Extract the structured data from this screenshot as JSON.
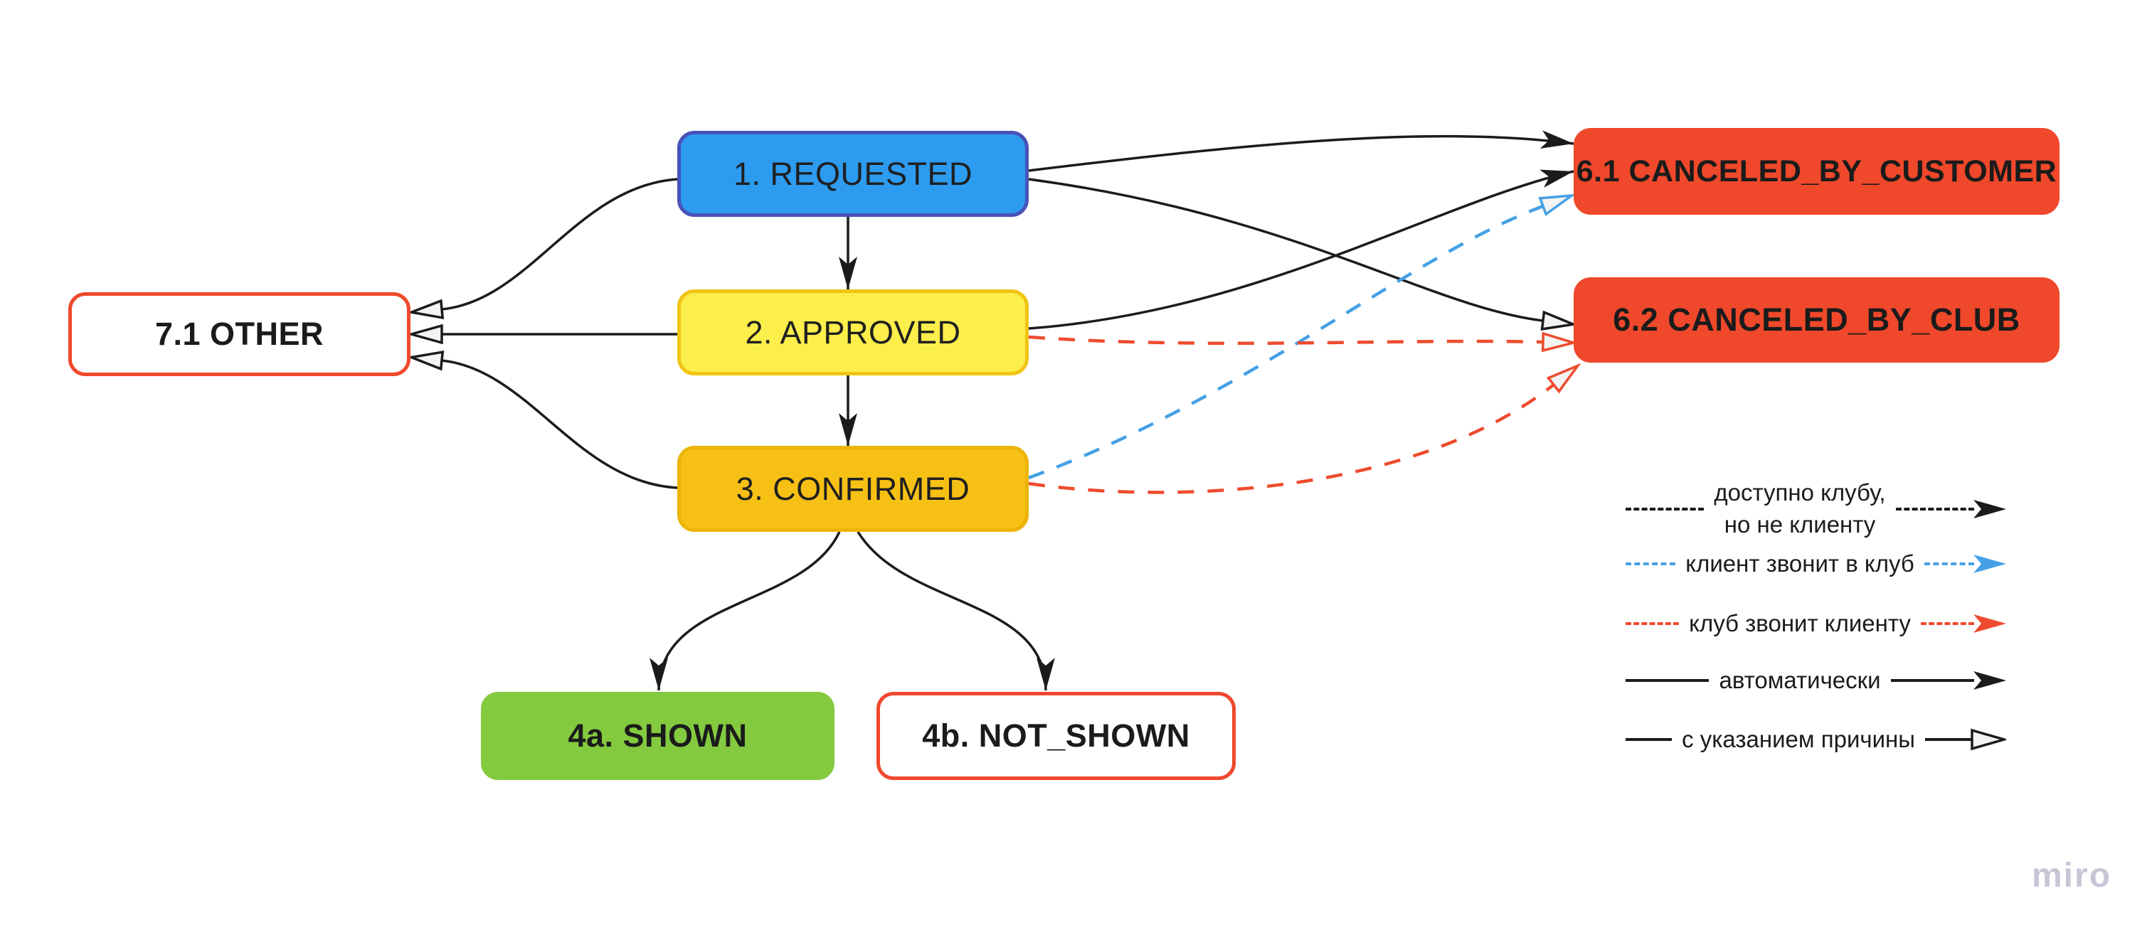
{
  "canvas": {
    "watermark": "miro",
    "background": "#ffffff",
    "watermark_color": "#C7C5D6"
  },
  "colors": {
    "line": "#1b1b1b",
    "blue_dash": "#45A0E5",
    "red_dash": "#EE4B2E",
    "open_fill": "#F4F3F3",
    "text": "#1f1f1f"
  },
  "nodes": [
    {
      "id": "requested",
      "label": "1. REQUESTED",
      "fill": "#2D9BF0",
      "border": "#4952B8",
      "text_color": "#1f1f1f",
      "weight": "400"
    },
    {
      "id": "approved",
      "label": "2. APPROVED",
      "fill": "#FCEE4B",
      "border": "#F0C413",
      "text_color": "#1f1f1f",
      "weight": "400"
    },
    {
      "id": "confirmed",
      "label": "3. CONFIRMED",
      "fill": "#F7C015",
      "border": "#EBB406",
      "text_color": "#1f1f1f",
      "weight": "400"
    },
    {
      "id": "shown",
      "label": "4a. SHOWN",
      "fill": "#83CA3F",
      "border": "#83CA3F",
      "text_color": "#1b1b1b",
      "weight": "700"
    },
    {
      "id": "not-shown",
      "label": "4b. NOT_SHOWN",
      "fill": "#FFFFFF",
      "border": "#F0482B",
      "text_color": "#1b1b1b",
      "weight": "700"
    },
    {
      "id": "other",
      "label": "7.1 OTHER",
      "fill": "#FFFFFF",
      "border": "#F0482B",
      "text_color": "#1b1b1b",
      "weight": "700"
    },
    {
      "id": "canceled-by-customer",
      "label": "6.1 CANCELED_BY_CUSTOMER",
      "fill": "#F0482B",
      "border": "#F0482B",
      "text_color": "#1b1b1b",
      "weight": "700"
    },
    {
      "id": "canceled-by-club",
      "label": "6.2 CANCELED_BY_CLUB",
      "fill": "#F0482B",
      "border": "#F0482B",
      "text_color": "#1b1b1b",
      "weight": "700"
    }
  ],
  "edges": [
    {
      "from": "1. REQUESTED",
      "to": "2. APPROVED",
      "type": "автоматически"
    },
    {
      "from": "2. APPROVED",
      "to": "3. CONFIRMED",
      "type": "автоматически"
    },
    {
      "from": "3. CONFIRMED",
      "to": "4a. SHOWN",
      "type": "автоматически"
    },
    {
      "from": "3. CONFIRMED",
      "to": "4b. NOT_SHOWN",
      "type": "автоматически"
    },
    {
      "from": "1. REQUESTED",
      "to": "7.1 OTHER",
      "type": "с указанием причины"
    },
    {
      "from": "2. APPROVED",
      "to": "7.1 OTHER",
      "type": "с указанием причины"
    },
    {
      "from": "3. CONFIRMED",
      "to": "7.1 OTHER",
      "type": "с указанием причины"
    },
    {
      "from": "1. REQUESTED",
      "to": "6.1 CANCELED_BY_CUSTOMER",
      "type": "автоматически"
    },
    {
      "from": "2. APPROVED",
      "to": "6.1 CANCELED_BY_CUSTOMER",
      "type": "автоматически"
    },
    {
      "from": "3. CONFIRMED",
      "to": "6.1 CANCELED_BY_CUSTOMER",
      "type": "клиент звонит в клуб"
    },
    {
      "from": "1. REQUESTED",
      "to": "6.2 CANCELED_BY_CLUB",
      "type": "с указанием причины"
    },
    {
      "from": "2. APPROVED",
      "to": "6.2 CANCELED_BY_CLUB",
      "type": "клуб звонит клиенту"
    },
    {
      "from": "3. CONFIRMED",
      "to": "6.2 CANCELED_BY_CLUB",
      "type": "клуб звонит клиенту"
    }
  ],
  "legend": {
    "items": [
      {
        "label": "доступно клубу,\nно не клиенту",
        "line": "dashed",
        "color": "#1b1b1b",
        "arrow": "filled"
      },
      {
        "label": "клиент звонит в клуб",
        "line": "dashed",
        "color": "#45A0E5",
        "arrow": "filled"
      },
      {
        "label": "клуб звонит клиенту",
        "line": "dashed",
        "color": "#EE4B2E",
        "arrow": "filled"
      },
      {
        "label": "автоматически",
        "line": "solid",
        "color": "#1b1b1b",
        "arrow": "filled"
      },
      {
        "label": "с указанием причины",
        "line": "solid",
        "color": "#1b1b1b",
        "arrow": "open"
      }
    ]
  }
}
